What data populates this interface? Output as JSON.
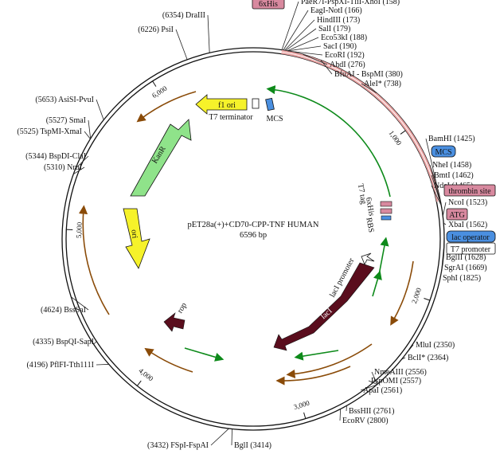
{
  "plasmid": {
    "name": "pET28a(+)+CD70-CPP-TNF HUMAN",
    "size": "6596 bp"
  },
  "colors": {
    "backbone": "#111111",
    "insert": "#e9a3a3",
    "orange_arrow": "#8a4b08",
    "green_arrow": "#0d8a1a",
    "pink_box": "#d8899f",
    "blue_box": "#4a8fe0",
    "kanr": "#8fe38a",
    "ori": "#f6f22a",
    "laci": "#5a0d1d"
  },
  "ticks": [
    {
      "label": "1,000",
      "pos": 1000
    },
    {
      "label": "2,000",
      "pos": 2000
    },
    {
      "label": "3,000",
      "pos": 3000
    },
    {
      "label": "4,000",
      "pos": 4000
    },
    {
      "label": "5,000",
      "pos": 5000
    },
    {
      "label": "6,000",
      "pos": 6000
    }
  ],
  "sites_right": [
    {
      "text": "PaeR7I-PspXI-TliI-XhoI (158)",
      "pos": 158
    },
    {
      "text": "EagI-NotI (166)",
      "pos": 166
    },
    {
      "text": "HindIII (173)",
      "pos": 173
    },
    {
      "text": "SalI (179)",
      "pos": 179
    },
    {
      "text": "Eco53kI (188)",
      "pos": 188
    },
    {
      "text": "SacI (190)",
      "pos": 190
    },
    {
      "text": "EcoRI (192)",
      "pos": 192
    },
    {
      "text": "AhdI (276)",
      "pos": 276
    },
    {
      "text": "BfuAI - BspMI (380)",
      "pos": 380
    },
    {
      "text": "AleI* (738)",
      "pos": 738
    },
    {
      "text": "BamHI (1425)",
      "pos": 1425
    },
    {
      "text": "NheI (1458)",
      "pos": 1458
    },
    {
      "text": "BmtI (1462)",
      "pos": 1462
    },
    {
      "text": "NdeI (1465)",
      "pos": 1465
    },
    {
      "text": "NcoI (1523)",
      "pos": 1523
    },
    {
      "text": "XbaI (1562)",
      "pos": 1562
    },
    {
      "text": "BglII (1628)",
      "pos": 1628
    },
    {
      "text": "SgrAI (1669)",
      "pos": 1669
    },
    {
      "text": "SphI (1825)",
      "pos": 1825
    },
    {
      "text": "MluI (2350)",
      "pos": 2350
    },
    {
      "text": "BclI* (2364)",
      "pos": 2364
    },
    {
      "text": "NmeAIII (2556)",
      "pos": 2556
    },
    {
      "text": "PspOMI (2557)",
      "pos": 2557
    },
    {
      "text": "ApaI (2561)",
      "pos": 2561
    },
    {
      "text": "BssHII (2761)",
      "pos": 2761
    },
    {
      "text": "EcoRV (2800)",
      "pos": 2800
    },
    {
      "text": "BglI (3414)",
      "pos": 3414
    }
  ],
  "sites_left": [
    {
      "text": "(3432) FSpI-FspAI",
      "pos": 3432
    },
    {
      "text": "(4196) PflFI-Tth111I",
      "pos": 4196
    },
    {
      "text": "(4335) BspQI-SapI",
      "pos": 4335
    },
    {
      "text": "(4624) BssSaI",
      "pos": 4624
    },
    {
      "text": "(5310) NruI",
      "pos": 5310
    },
    {
      "text": "(5344) BspDI-ClaI",
      "pos": 5344
    },
    {
      "text": "(5525) TspMI-XmaI",
      "pos": 5525
    },
    {
      "text": "(5527) SmaI",
      "pos": 5527
    },
    {
      "text": "(5653) AsiSI-PvuI",
      "pos": 5653
    },
    {
      "text": "(6226) PsiI",
      "pos": 6226
    },
    {
      "text": "(6354) DraIII",
      "pos": 6354
    }
  ],
  "feature_boxes": {
    "his_top": "6xHis",
    "mcs_right": "MCS",
    "thrombin": "thrombin site",
    "atg": "ATG",
    "lac_operator": "lac operator",
    "t7_promoter": "T7 promoter"
  },
  "features": {
    "f1_ori": "f1 ori",
    "t7_terminator": "T7 terminator",
    "mcs_inner": "MCS",
    "kanr": "KanR",
    "ori": "ori",
    "rop": "rop",
    "laci": "lacI",
    "laci_promoter": "lacI promoter",
    "t7_tag": "T7 tag",
    "his_inner": "6xHis",
    "rbs": "RBS"
  }
}
